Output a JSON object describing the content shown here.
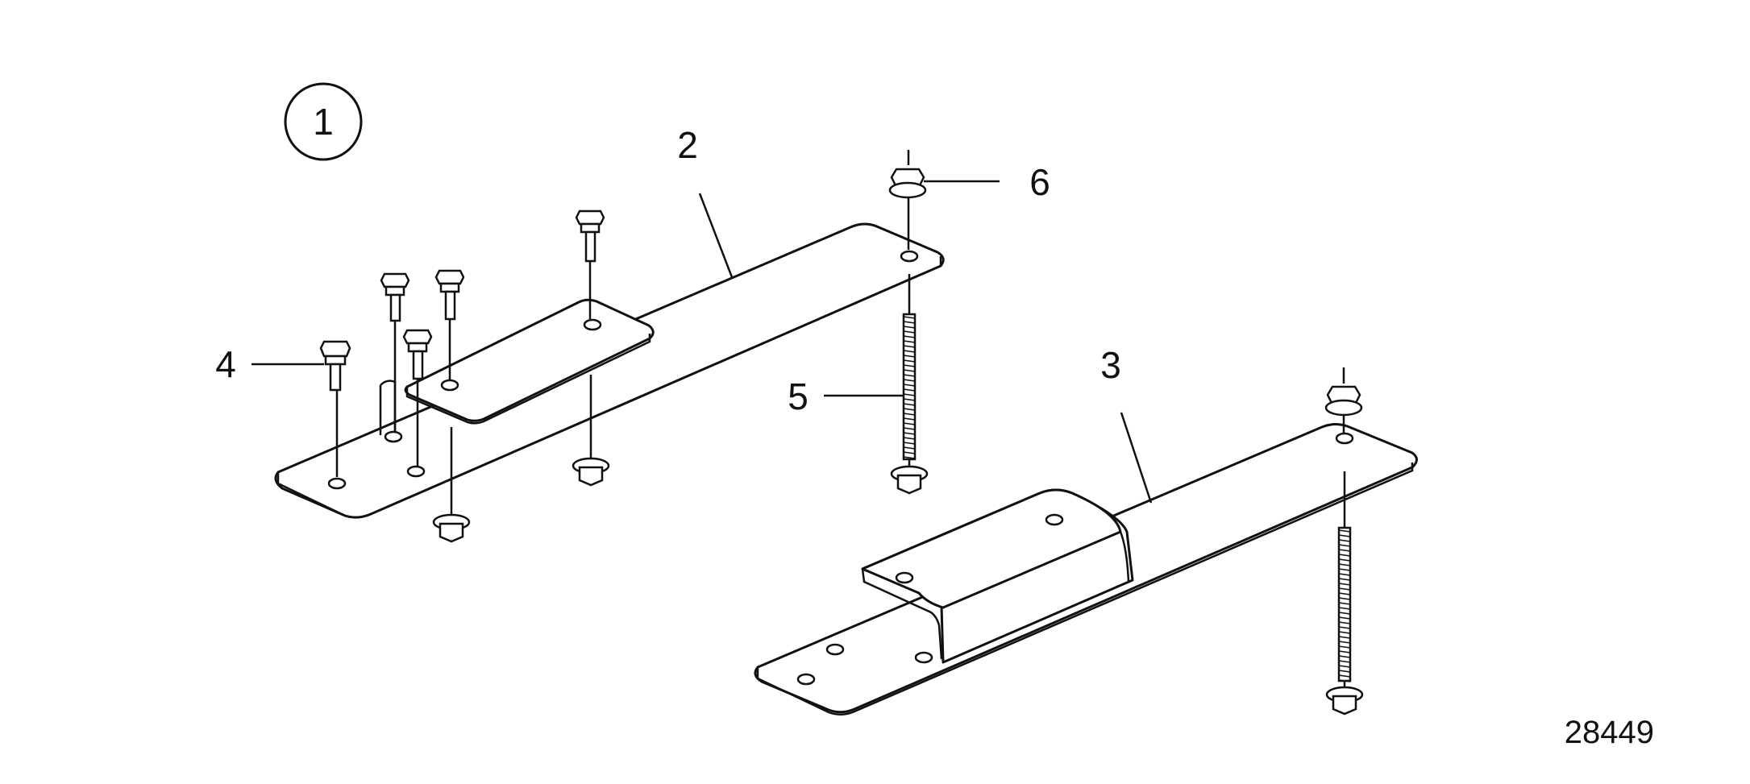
{
  "figure": {
    "callout_circled": "1",
    "callouts": [
      "2",
      "3",
      "4",
      "5",
      "6"
    ],
    "document_number": "28449"
  },
  "colors": {
    "background": "#ffffff",
    "line": "#111111"
  }
}
